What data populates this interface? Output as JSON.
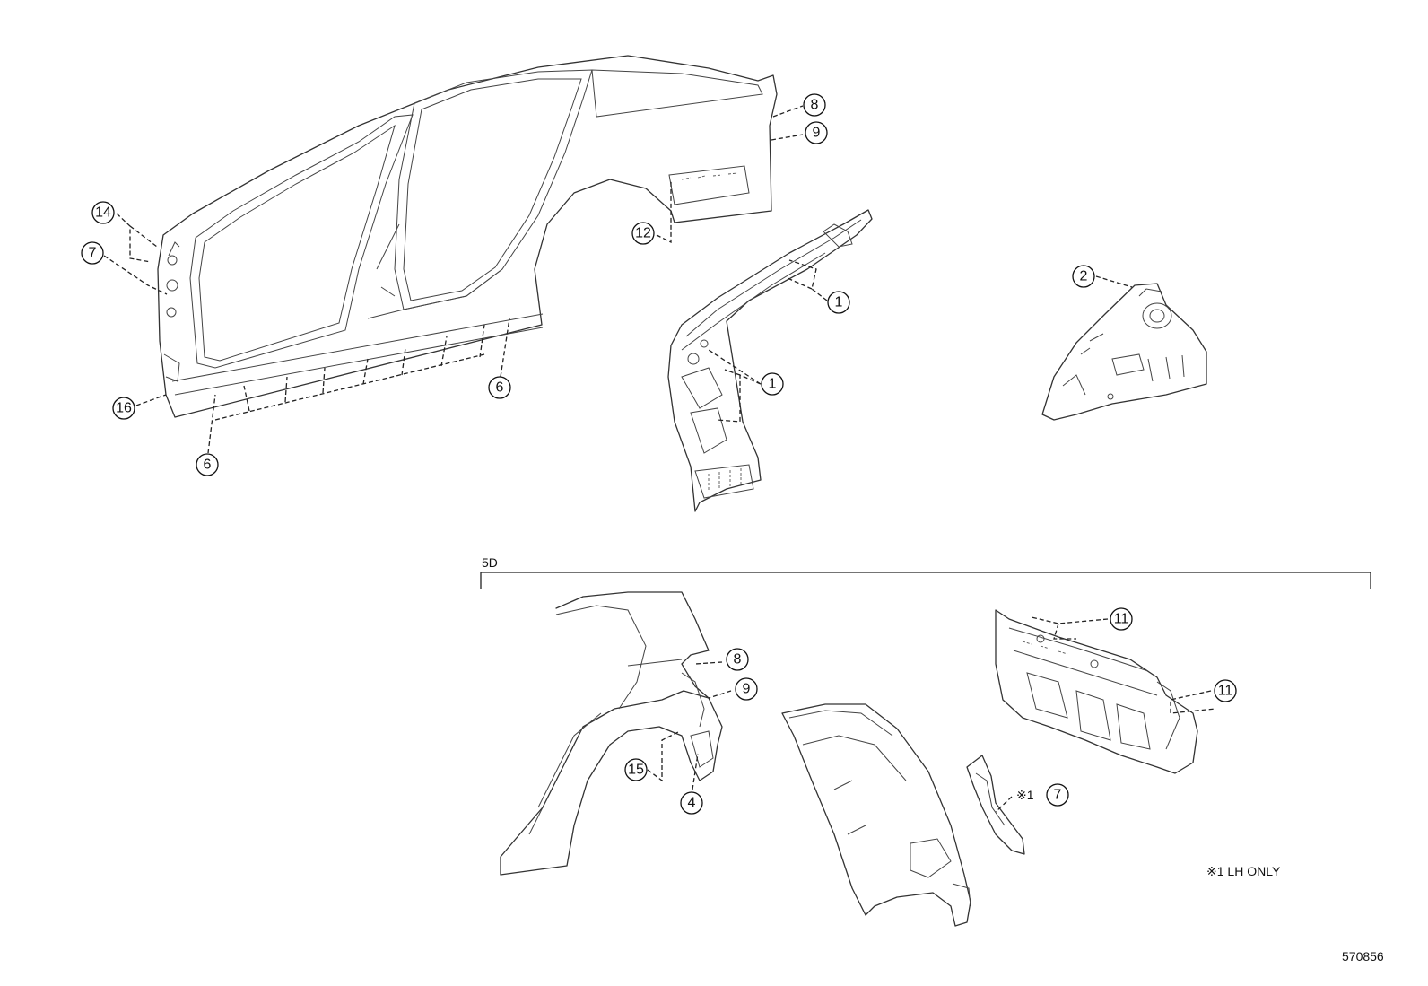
{
  "callouts": [
    {
      "id": "c8-top",
      "label": "8"
    },
    {
      "id": "c9-top",
      "label": "9"
    },
    {
      "id": "c14",
      "label": "14"
    },
    {
      "id": "c7-left",
      "label": "7"
    },
    {
      "id": "c12",
      "label": "12"
    },
    {
      "id": "c1-upper",
      "label": "1"
    },
    {
      "id": "c2",
      "label": "2"
    },
    {
      "id": "c1-lower",
      "label": "1"
    },
    {
      "id": "c6-right",
      "label": "6"
    },
    {
      "id": "c16",
      "label": "16"
    },
    {
      "id": "c6-bottom",
      "label": "6"
    },
    {
      "id": "c11-upper",
      "label": "11"
    },
    {
      "id": "c8-lower",
      "label": "8"
    },
    {
      "id": "c9-lower",
      "label": "9"
    },
    {
      "id": "c11-lower",
      "label": "11"
    },
    {
      "id": "c15",
      "label": "15"
    },
    {
      "id": "c4",
      "label": "4"
    },
    {
      "id": "c7-lh",
      "label": "7"
    }
  ],
  "lh_prefix": "※1",
  "section_label": "5D",
  "footnote": "※1 LH ONLY",
  "figure_id": "570856"
}
